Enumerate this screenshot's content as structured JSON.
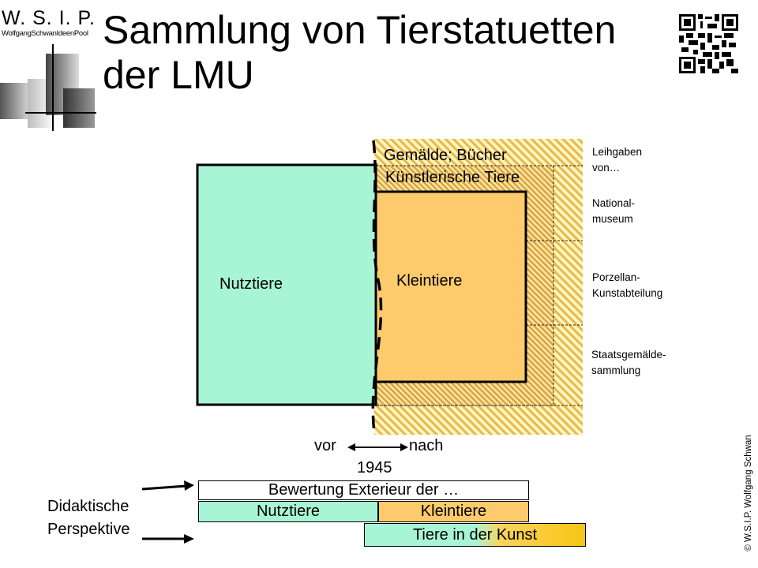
{
  "logo": {
    "title": "W. S. I. P.",
    "subtitle": "WolfgangSchwanIdeenPool"
  },
  "title": {
    "line1": "Sammlung von Tierstatuetten",
    "line2": "der LMU"
  },
  "diagram": {
    "regions": {
      "nutztiere": "Nutztiere",
      "kleintiere": "Kleintiere",
      "gemaelde": "Gemälde; Bücher",
      "kuenstlerische": "Künstlerische Tiere"
    },
    "side_labels": {
      "leihgaben": [
        "Leihgaben",
        "von…"
      ],
      "national": [
        "National-",
        "museum"
      ],
      "porzellan": [
        "Porzellan-",
        "Kunstabteilung"
      ],
      "staats": [
        "Staatsgemälde-",
        "sammlung"
      ]
    },
    "timeline": {
      "before": "vor",
      "after": "nach",
      "year": "1945"
    }
  },
  "didactic": {
    "label_line1": "Didaktische",
    "label_line2": "Perspektive",
    "bars": {
      "bewertung": "Bewertung Exterieur der …",
      "nutztiere": "Nutztiere",
      "kleintiere": "Kleintiere",
      "kunst": "Tiere in der Kunst"
    }
  },
  "copyright": "© W.S.I.P. Wolfgang Schwan",
  "colors": {
    "nutztiere_fill": "#a8f5d6",
    "kleintiere_fill": "#fdcb6c",
    "hatch_stripe": "#e8b84a",
    "hatch_bg": "#fdf5c0",
    "kunst_gradient_end": "#f7c515"
  }
}
